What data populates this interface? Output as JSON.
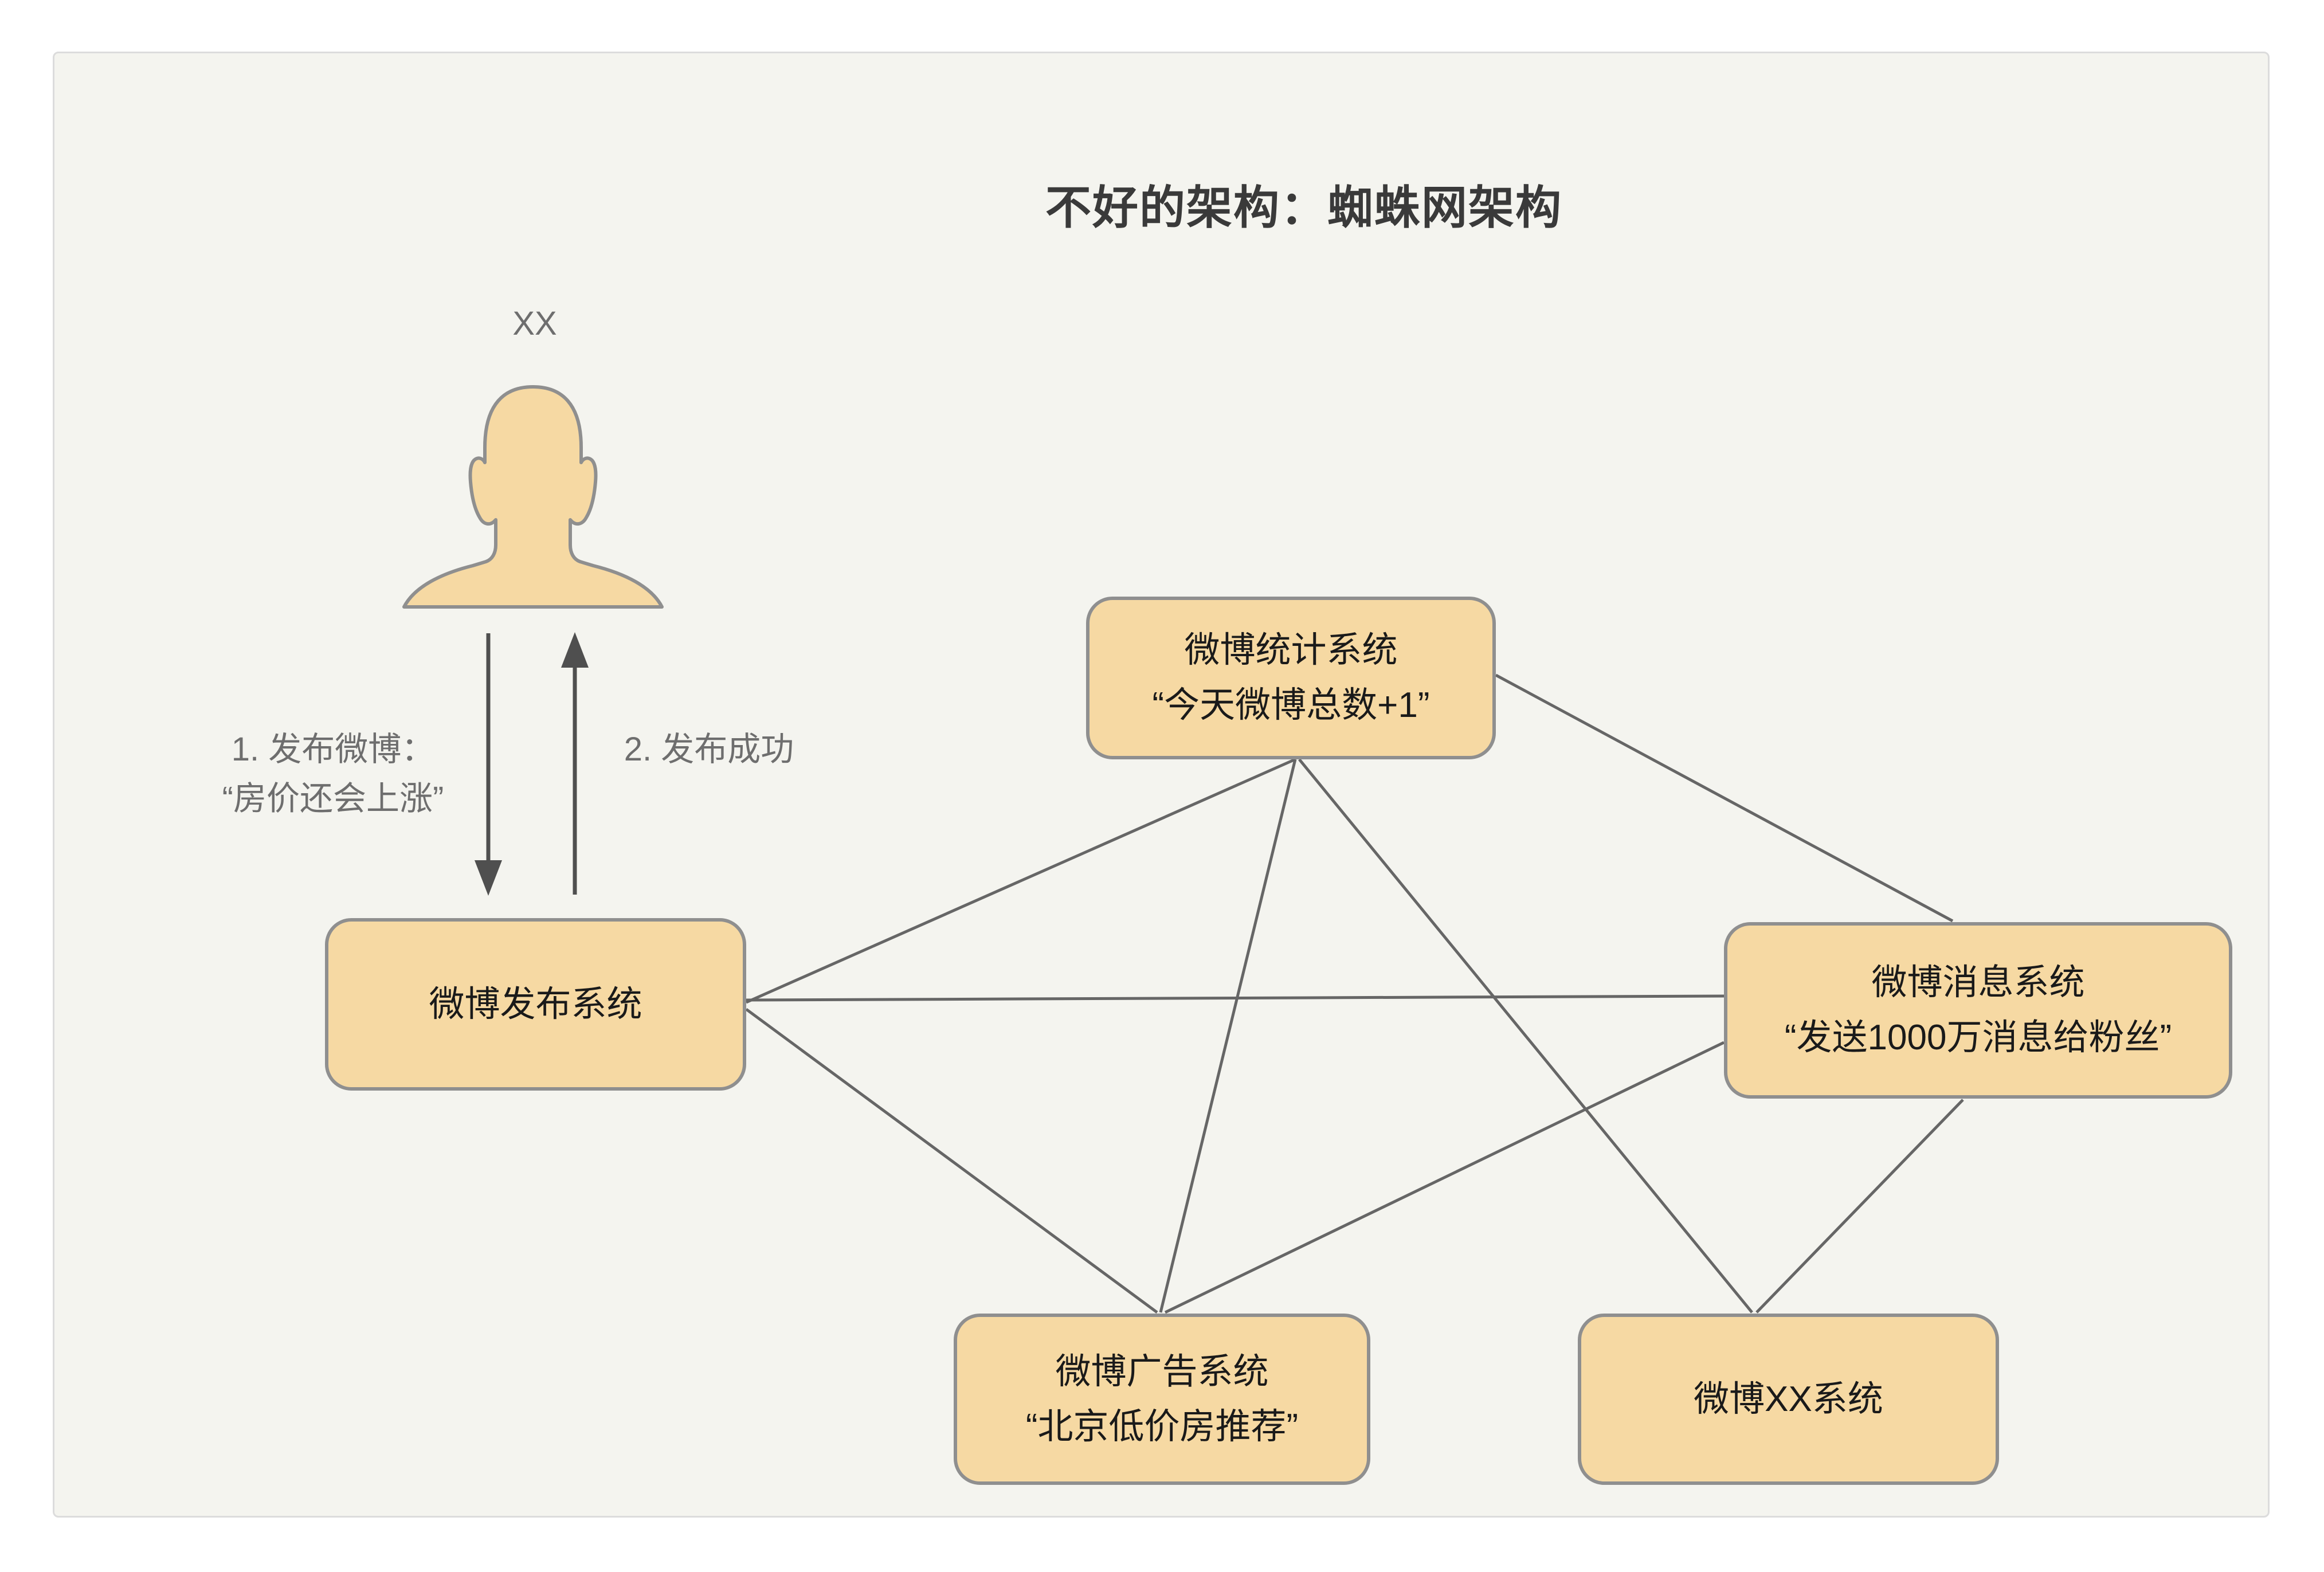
{
  "title": "不好的架构：蜘蛛网架构",
  "actor": {
    "label": "XX"
  },
  "arrows": {
    "publish": {
      "line1": "1. 发布微博：",
      "line2": "“房价还会上涨”"
    },
    "success": {
      "label": "2. 发布成功"
    }
  },
  "nodes": {
    "publish": {
      "title": "微博发布系统",
      "subtitle": ""
    },
    "stats": {
      "title": "微博统计系统",
      "subtitle": "“今天微博总数+1”"
    },
    "message": {
      "title": "微博消息系统",
      "subtitle": "“发送1000万消息给粉丝”"
    },
    "ads": {
      "title": "微博广告系统",
      "subtitle": "“北京低价房推荐”"
    },
    "xx": {
      "title": "微博XX系统",
      "subtitle": ""
    }
  },
  "edges": [
    {
      "from": "publish",
      "to": "stats"
    },
    {
      "from": "publish",
      "to": "message"
    },
    {
      "from": "publish",
      "to": "ads"
    },
    {
      "from": "stats",
      "to": "ads"
    },
    {
      "from": "stats",
      "to": "xx"
    },
    {
      "from": "stats",
      "to": "message"
    },
    {
      "from": "message",
      "to": "ads"
    },
    {
      "from": "message",
      "to": "xx"
    }
  ],
  "actor_flow": [
    {
      "id": "publish-request",
      "direction": "down",
      "label": "1. 发布微博：“房价还会上涨”"
    },
    {
      "id": "publish-response",
      "direction": "up",
      "label": "2. 发布成功"
    }
  ],
  "colors": {
    "canvas_background": "#f4f4ef",
    "node_fill": "#f6d9a3",
    "node_border": "#8f8f8f",
    "node_text": "#1a1a1a",
    "edge_line": "#666666",
    "arrow": "#4f4f4f",
    "title_text": "#3a3a3a",
    "note_text": "#6e6e6e"
  }
}
